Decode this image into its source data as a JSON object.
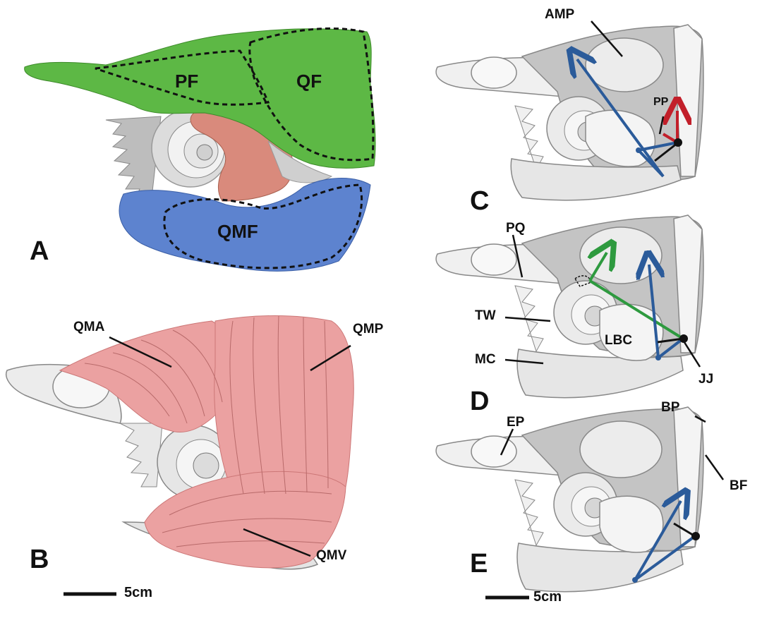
{
  "panels": {
    "A": {
      "letter": "A",
      "labels": {
        "pf": "PF",
        "qf": "QF",
        "qmf": "QMF"
      },
      "colors": {
        "green": "#5db845",
        "red": "#d98a7c",
        "blue": "#5d83cf"
      }
    },
    "B": {
      "letter": "B",
      "labels": {
        "qma": "QMA",
        "qmp": "QMP",
        "qmv": "QMV"
      },
      "scale": "5cm",
      "colors": {
        "muscle": "#eba1a1"
      }
    },
    "C": {
      "letter": "C",
      "labels": {
        "amp": "AMP",
        "pp": "PP"
      },
      "colors": {
        "blue": "#2b5b9a",
        "red": "#c21f2a"
      }
    },
    "D": {
      "letter": "D",
      "labels": {
        "pq": "PQ",
        "tw": "TW",
        "mc": "MC",
        "lbc": "LBC",
        "jj": "JJ"
      },
      "colors": {
        "green": "#2e9a3f",
        "blue": "#2b5b9a"
      }
    },
    "E": {
      "letter": "E",
      "labels": {
        "ep": "EP",
        "bp": "BP",
        "bf": "BF"
      },
      "scale": "5cm",
      "colors": {
        "blue": "#2b5b9a"
      }
    }
  }
}
